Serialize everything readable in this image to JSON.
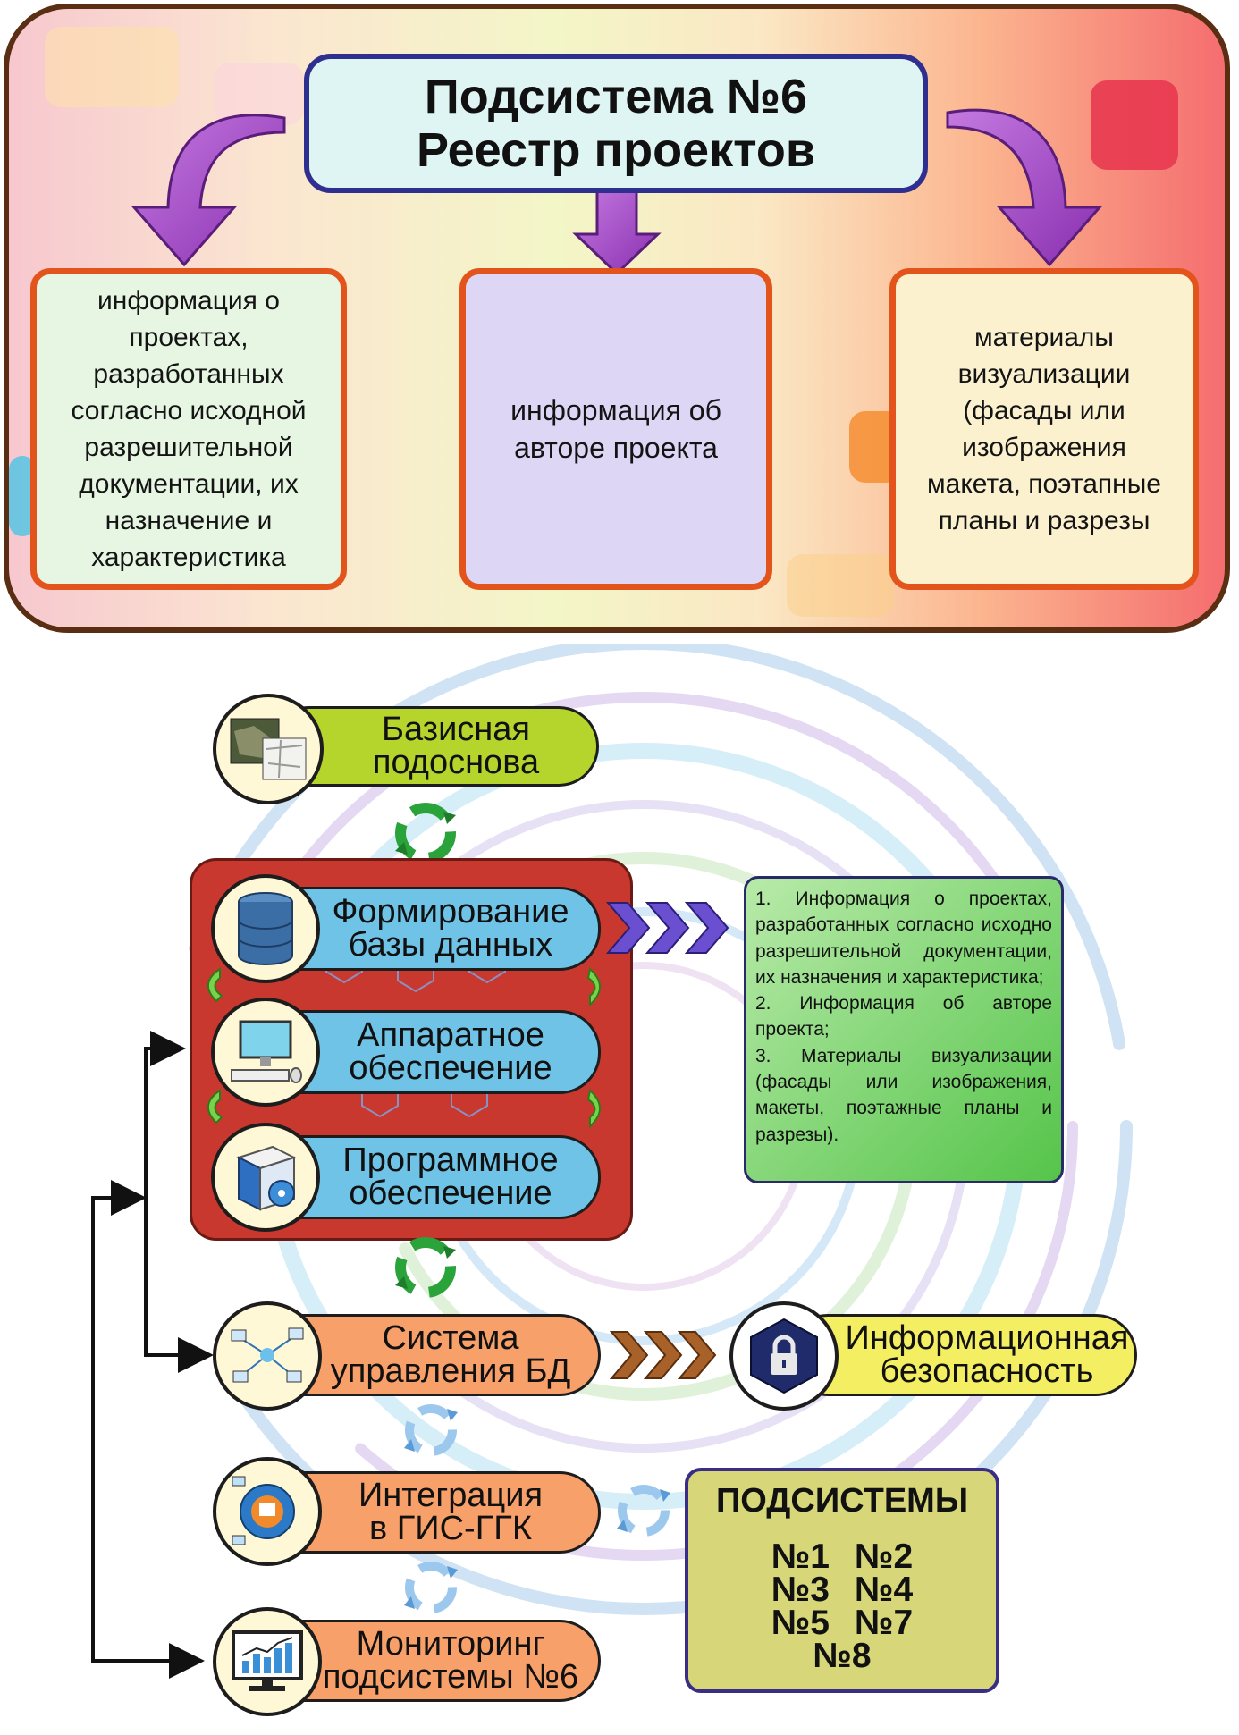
{
  "top": {
    "title_line1": "Подсистема №6",
    "title_line2": "Реестр проектов",
    "boxes": [
      "информация о проектах, разработанных согласно исходной разрешительной документации, их назначение и характеристика",
      "информация об авторе проекта",
      "материалы визуализации (фасады или изображения макета, поэтапные планы и разрезы"
    ]
  },
  "bottom": {
    "basis_line1": "Базисная",
    "basis_line2": "подоснова",
    "db_line1": "Формирование",
    "db_line2": "базы данных",
    "hw_line1": "Аппаратное",
    "hw_line2": "обеспечение",
    "sw_line1": "Программное",
    "sw_line2": "обеспечение",
    "dbms_line1": "Система",
    "dbms_line2": "управления БД",
    "security_line1": "Информационная",
    "security_line2": "безопасность",
    "gis_line1": "Интеграция",
    "gis_line2": "в ГИС-ГГК",
    "monitor_line1": "Мониторинг",
    "monitor_line2": "подсистемы №6",
    "info_items": [
      "1. Информация о проектах, разработанных согласно исходно разрешительной документации, их назначения и характеристика;",
      "2. Информация об авторе проекта;",
      "3. Материалы визуализации (фасады или изображения, макеты, поэтажные планы и разрезы)."
    ],
    "subsystems_title": "ПОДСИСТЕМЫ",
    "subsystems": [
      "№1",
      "№2",
      "№3",
      "№4",
      "№5",
      "№7",
      "№8"
    ],
    "colors": {
      "purple_arrow": "#a34fc8",
      "red_block": "#c8382f",
      "blue_pill": "#6fc3e6",
      "orange_pill": "#f7a06a",
      "yellow_pill": "#f4ee63",
      "green_pill": "#b5d42c"
    }
  }
}
